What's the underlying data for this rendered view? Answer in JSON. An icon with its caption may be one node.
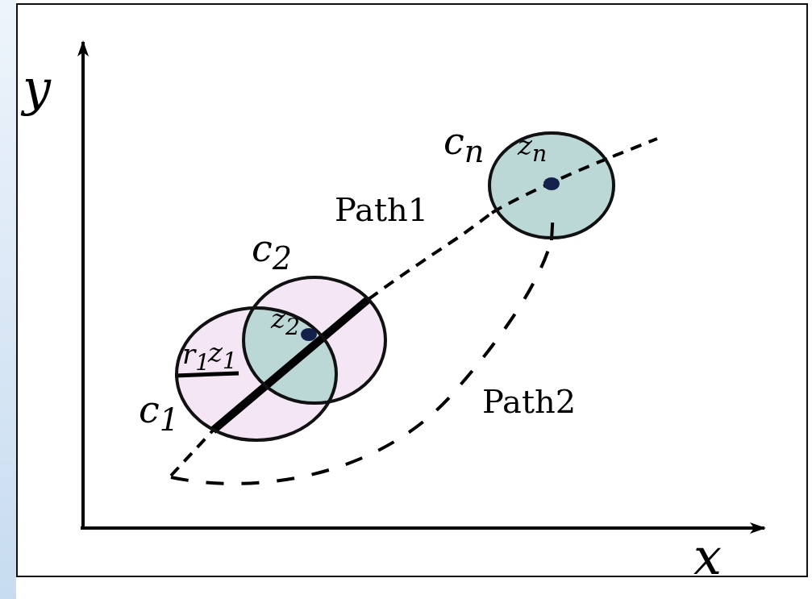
{
  "diagram": {
    "nodes": [
      {
        "text": [
          "z$_{1}$"
        ],
        "beside": [
          "c$_{1}$"
        ]
      },
      {
        "text": [
          "z$_{2}$"
        ],
        "beside": [
          "c$_{2}$"
        ]
      },
      {
        "text": [
          "z$_{n}$"
        ],
        "beside": [
          "c$_{n}$"
        ]
      }
    ],
    "edges": [
      {
        "from": null,
        "to": 0,
        "arrow": "none",
        "style": "dashed"
      },
      {
        "from": 0,
        "to": 1,
        "arrow": "none",
        "style": "thick"
      },
      {
        "from": 1,
        "to": 2,
        "arrow": "none",
        "label": "Path1",
        "style": "dashed"
      },
      {
        "from": 2,
        "to": null,
        "arrow": "none",
        "style": "dashed"
      },
      {
        "from": null,
        "to": 2,
        "arrow": "none",
        "label": "Path2",
        "style": "dashed"
      }
    ],
    "labels": [
      "y",
      "x",
      "r$_{1}$"
    ]
  }
}
